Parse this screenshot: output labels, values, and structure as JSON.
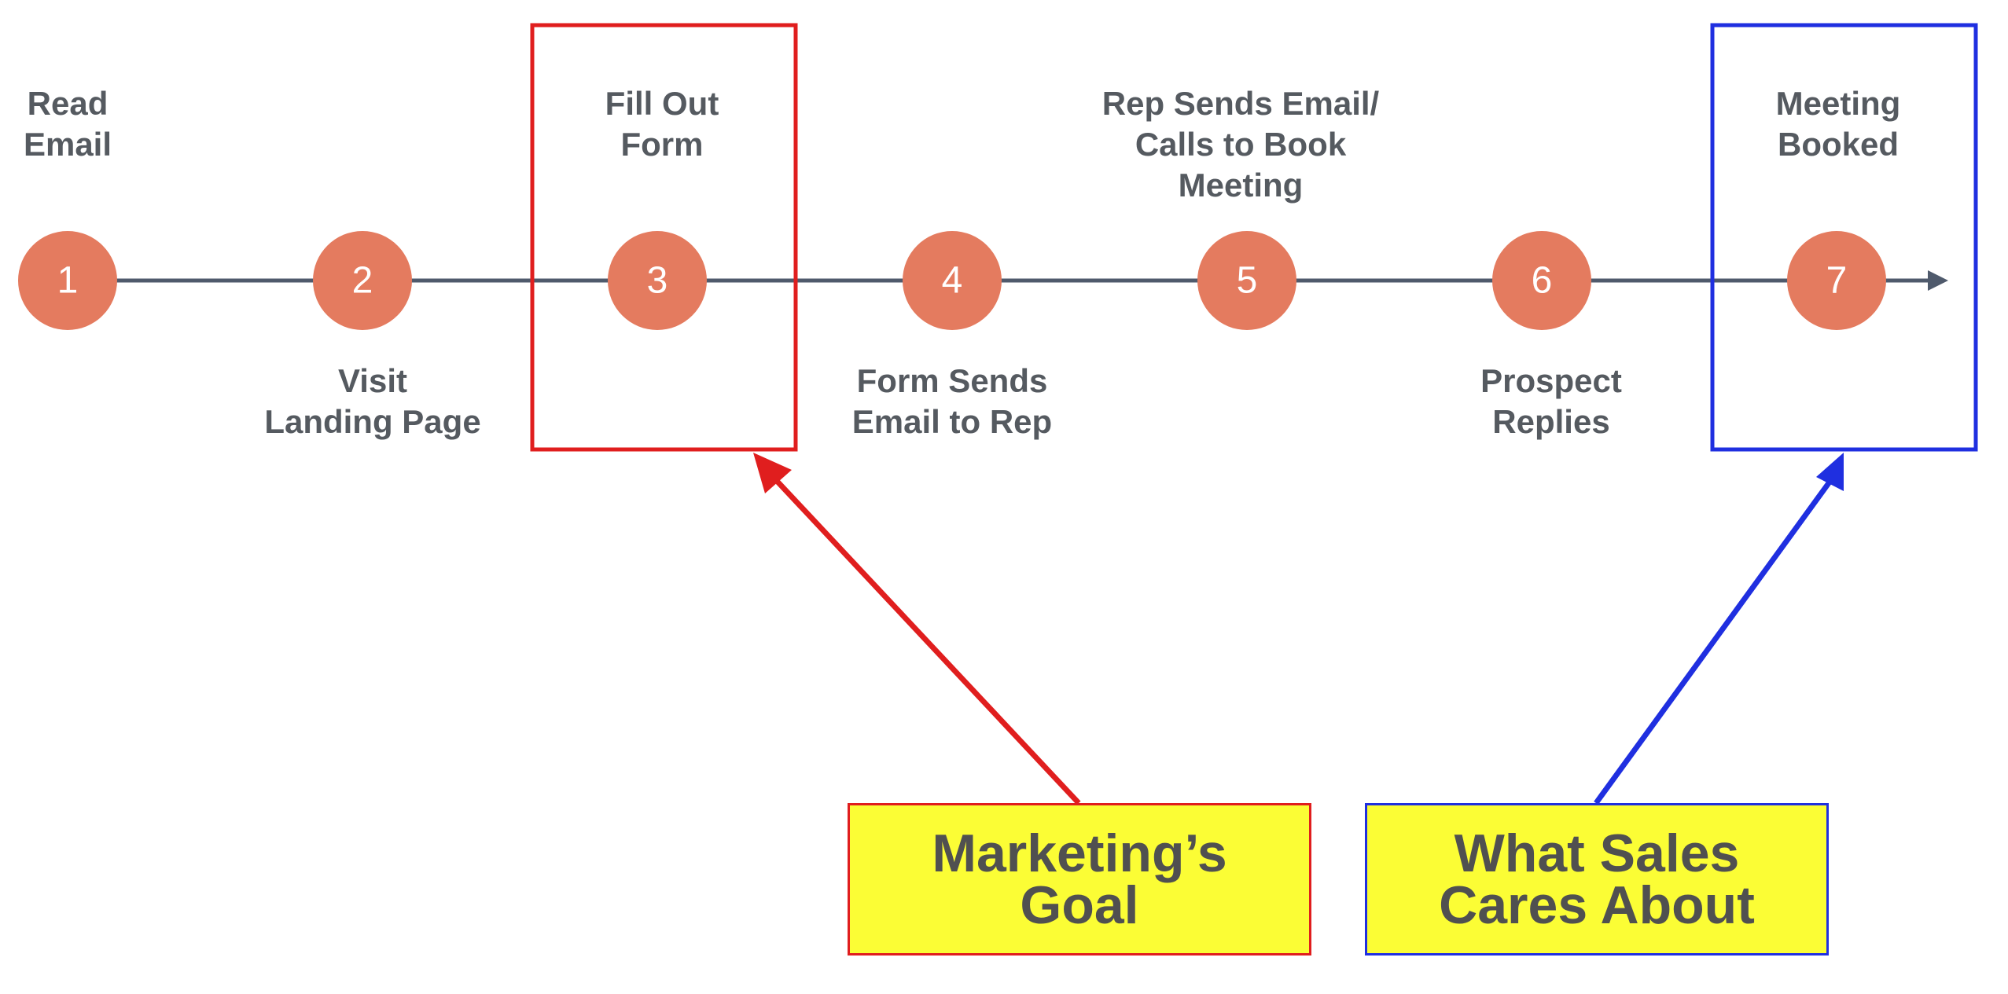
{
  "steps": [
    {
      "number": "1",
      "label": "Read\nEmail"
    },
    {
      "number": "2",
      "label": "Visit\nLanding Page"
    },
    {
      "number": "3",
      "label": "Fill Out\nForm"
    },
    {
      "number": "4",
      "label": "Form Sends\nEmail to Rep"
    },
    {
      "number": "5",
      "label": "Rep Sends Email/\nCalls to Book\nMeeting"
    },
    {
      "number": "6",
      "label": "Prospect\nReplies"
    },
    {
      "number": "7",
      "label": "Meeting\nBooked"
    }
  ],
  "callouts": {
    "marketing": {
      "text": "Marketing’s\nGoal",
      "highlights_step": "3"
    },
    "sales": {
      "text": "What Sales\nCares About",
      "highlights_step": "7"
    }
  },
  "colors": {
    "node_fill": "#e47b5f",
    "timeline": "#4f5a6c",
    "marketing_accent": "#e01e1e",
    "sales_accent": "#1f2fe0",
    "callout_fill": "#fbfd35",
    "label_text": "#555a60"
  }
}
